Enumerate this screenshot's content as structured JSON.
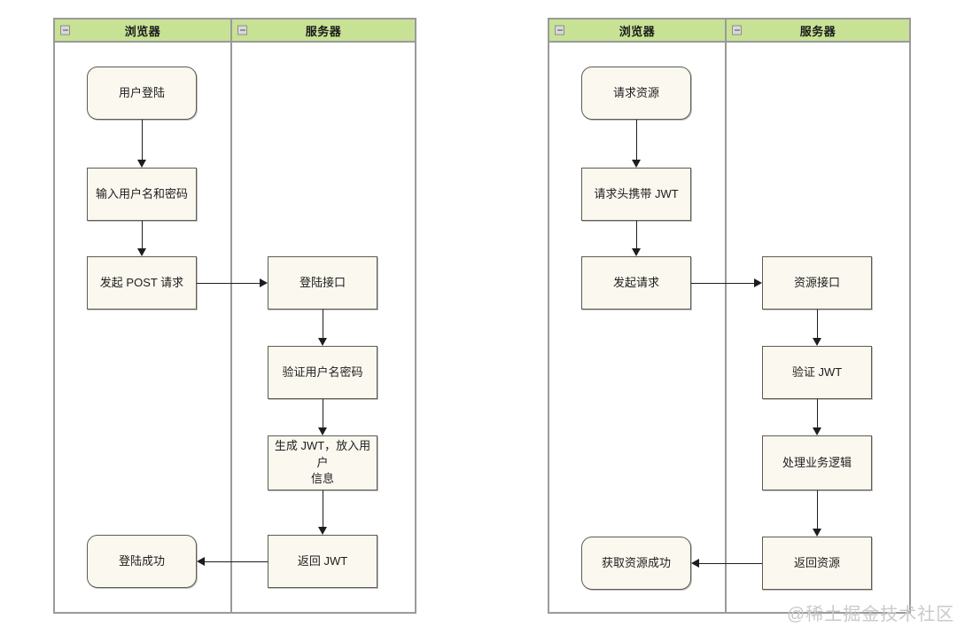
{
  "page": {
    "background": "#ffffff",
    "watermark": "@稀土掘金技术社区"
  },
  "theme": {
    "lane_header_fill": "#c8e295",
    "lane_border": "#9a9a9a",
    "node_fill": "#faf8ef",
    "node_border": "#5c5c52",
    "edge_color": "#1d1d1d",
    "text_color": "#1d1d1d",
    "watermark_color": "#c9c9c9"
  },
  "icons": {
    "collapse": "minus-box-icon"
  },
  "diagrams": [
    {
      "id": "login-flow",
      "lanes": [
        {
          "id": "browser",
          "label": "浏览器"
        },
        {
          "id": "server",
          "label": "服务器"
        }
      ],
      "nodes": [
        {
          "id": "l-n1",
          "lane": "browser",
          "shape": "rounded",
          "label": "用户登陆"
        },
        {
          "id": "l-n2",
          "lane": "browser",
          "shape": "rectangle",
          "label": "输入用户名和密码"
        },
        {
          "id": "l-n3",
          "lane": "browser",
          "shape": "rectangle",
          "label": "发起 POST 请求"
        },
        {
          "id": "l-n4",
          "lane": "browser",
          "shape": "rounded",
          "label": "登陆成功"
        },
        {
          "id": "l-s1",
          "lane": "server",
          "shape": "rectangle",
          "label": "登陆接口"
        },
        {
          "id": "l-s2",
          "lane": "server",
          "shape": "rectangle",
          "label": "验证用户名密码"
        },
        {
          "id": "l-s3",
          "lane": "server",
          "shape": "rectangle",
          "label": "生成 JWT，放入用户\n信息"
        },
        {
          "id": "l-s4",
          "lane": "server",
          "shape": "rectangle",
          "label": "返回 JWT"
        }
      ],
      "edges": [
        {
          "from": "l-n1",
          "to": "l-n2",
          "direction": "down"
        },
        {
          "from": "l-n2",
          "to": "l-n3",
          "direction": "down"
        },
        {
          "from": "l-n3",
          "to": "l-s1",
          "direction": "right"
        },
        {
          "from": "l-s1",
          "to": "l-s2",
          "direction": "down"
        },
        {
          "from": "l-s2",
          "to": "l-s3",
          "direction": "down"
        },
        {
          "from": "l-s3",
          "to": "l-s4",
          "direction": "down"
        },
        {
          "from": "l-s4",
          "to": "l-n4",
          "direction": "left"
        }
      ]
    },
    {
      "id": "resource-flow",
      "lanes": [
        {
          "id": "browser",
          "label": "浏览器"
        },
        {
          "id": "server",
          "label": "服务器"
        }
      ],
      "nodes": [
        {
          "id": "r-n1",
          "lane": "browser",
          "shape": "rounded",
          "label": "请求资源"
        },
        {
          "id": "r-n2",
          "lane": "browser",
          "shape": "rectangle",
          "label": "请求头携带 JWT"
        },
        {
          "id": "r-n3",
          "lane": "browser",
          "shape": "rectangle",
          "label": "发起请求"
        },
        {
          "id": "r-n4",
          "lane": "browser",
          "shape": "rounded",
          "label": "获取资源成功"
        },
        {
          "id": "r-s1",
          "lane": "server",
          "shape": "rectangle",
          "label": "资源接口"
        },
        {
          "id": "r-s2",
          "lane": "server",
          "shape": "rectangle",
          "label": "验证 JWT"
        },
        {
          "id": "r-s3",
          "lane": "server",
          "shape": "rectangle",
          "label": "处理业务逻辑"
        },
        {
          "id": "r-s4",
          "lane": "server",
          "shape": "rectangle",
          "label": "返回资源"
        }
      ],
      "edges": [
        {
          "from": "r-n1",
          "to": "r-n2",
          "direction": "down"
        },
        {
          "from": "r-n2",
          "to": "r-n3",
          "direction": "down"
        },
        {
          "from": "r-n3",
          "to": "r-s1",
          "direction": "right"
        },
        {
          "from": "r-s1",
          "to": "r-s2",
          "direction": "down"
        },
        {
          "from": "r-s2",
          "to": "r-s3",
          "direction": "down"
        },
        {
          "from": "r-s3",
          "to": "r-s4",
          "direction": "down"
        },
        {
          "from": "r-s4",
          "to": "r-n4",
          "direction": "left"
        }
      ]
    }
  ]
}
